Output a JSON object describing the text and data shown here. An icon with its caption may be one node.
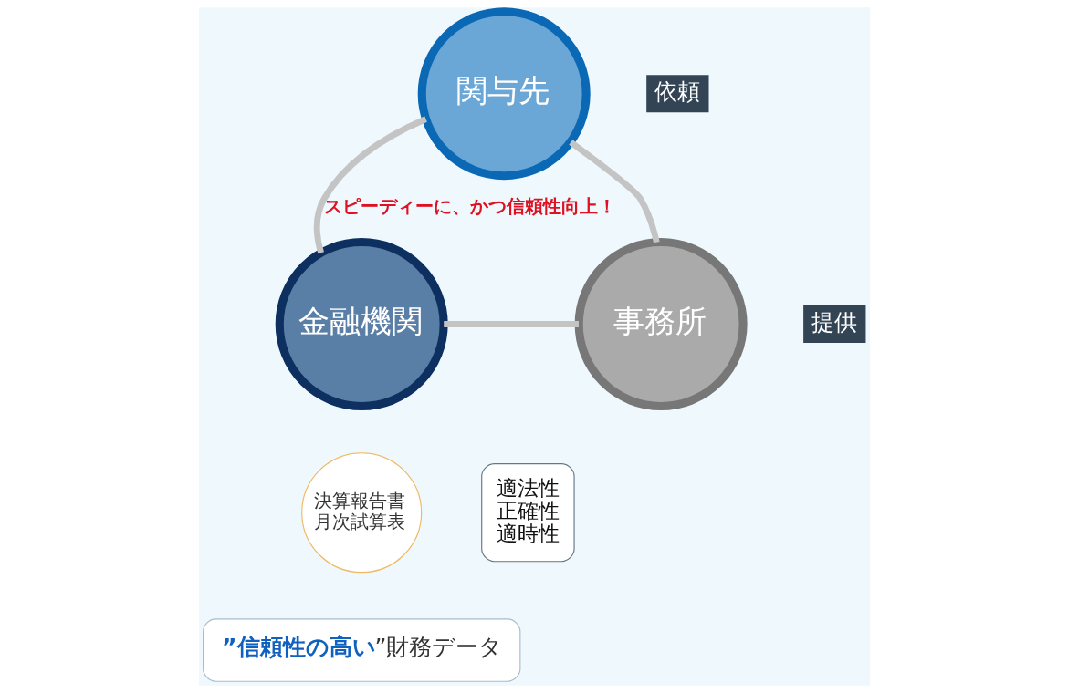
{
  "diagram": {
    "nodes": [
      {
        "text": [
          "関与先"
        ]
      },
      {
        "text": [
          "事務所"
        ]
      },
      {
        "text": [
          "金融機関"
        ]
      },
      {
        "text": [
          "決算報告書",
          "月次試算表"
        ]
      },
      {
        "text": [
          "適法性",
          "正確性",
          "適時性"
        ]
      },
      {
        "text": [
          "**”信頼性の高い**”財務データ"
        ]
      }
    ],
    "edges": [
      {
        "from": 0,
        "to": 1,
        "arrow": "none"
      },
      {
        "from": 2,
        "to": 0,
        "arrow": "none",
        "label": "スピーディーに、かつ信頼性向上！"
      },
      {
        "from": 2,
        "to": 1,
        "arrow": "none"
      }
    ],
    "labels": [
      "依頼",
      "提供"
    ]
  }
}
